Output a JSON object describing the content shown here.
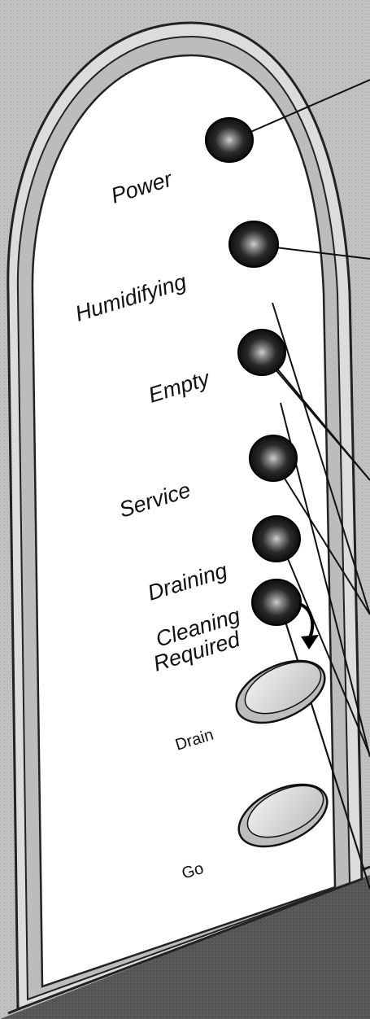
{
  "indicators": [
    {
      "label": "Power"
    },
    {
      "label": "Humidifying"
    },
    {
      "label": "Empty"
    },
    {
      "label": "Service"
    },
    {
      "label": "Draining"
    },
    {
      "label_line1": "Cleaning",
      "label_line2": "Required"
    }
  ],
  "buttons": [
    {
      "label": "Drain"
    },
    {
      "label": "Go"
    }
  ],
  "colors": {
    "background": "#c9c9c9",
    "panel": "#ffffff",
    "led": "#1a1a1a",
    "outline": "#222222",
    "base": "#555555"
  }
}
